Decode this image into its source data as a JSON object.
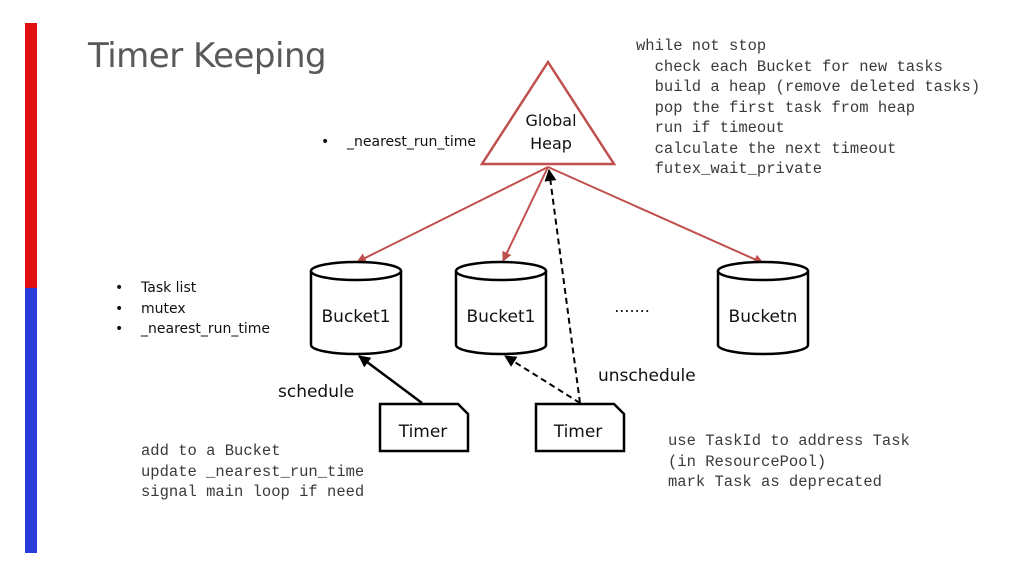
{
  "slide": {
    "title": "Timer Keeping"
  },
  "main_loop_code": [
    "while not stop",
    "  check each Bucket for new tasks",
    "  build a heap (remove deleted tasks)",
    "  pop the first task from heap",
    "  run if timeout",
    "  calculate the next timeout",
    "  futex_wait_private"
  ],
  "heap_fields": [
    "_nearest_run_time"
  ],
  "bucket_fields": [
    "Task list",
    "mutex",
    "_nearest_run_time"
  ],
  "nodes": {
    "heap_line1": "Global",
    "heap_line2": "Heap",
    "bucket_a": "Bucket1",
    "bucket_b": "Bucket1",
    "bucket_ellipsis": ".......",
    "bucket_n": "Bucketn",
    "timer_a": "Timer",
    "timer_b": "Timer"
  },
  "edges": {
    "schedule_label": "schedule",
    "unschedule_label": "unschedule"
  },
  "schedule_notes": [
    "add to a Bucket",
    "update _nearest_run_time",
    "signal main loop if need"
  ],
  "unschedule_notes": [
    "use TaskId to address Task",
    "(in ResourcePool)",
    "mark Task as deprecated"
  ],
  "colors": {
    "accent_red": "#e01010",
    "accent_blue": "#2a3bdb",
    "heap_arrow": "#c0504d",
    "title_gray": "#595959"
  }
}
